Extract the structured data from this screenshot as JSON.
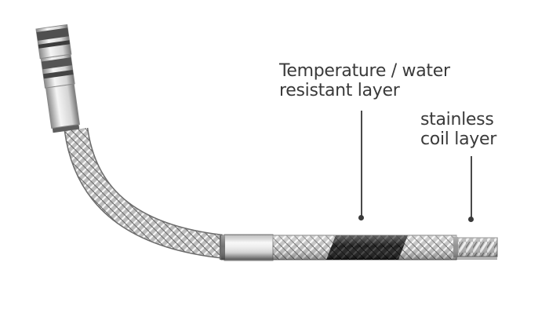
{
  "callouts": {
    "temperature_layer": {
      "line1": "Temperature / water",
      "line2": "resistant layer"
    },
    "coil_layer": {
      "line1": "stainless",
      "line2": "coil layer"
    }
  },
  "colors": {
    "braid_light": "#d8d8d8",
    "braid_dark": "#7a7a7a",
    "resistant_band": "#1c1c1c",
    "metal_sleeve": "#e6e6e6",
    "text": "#3a3a3a"
  }
}
